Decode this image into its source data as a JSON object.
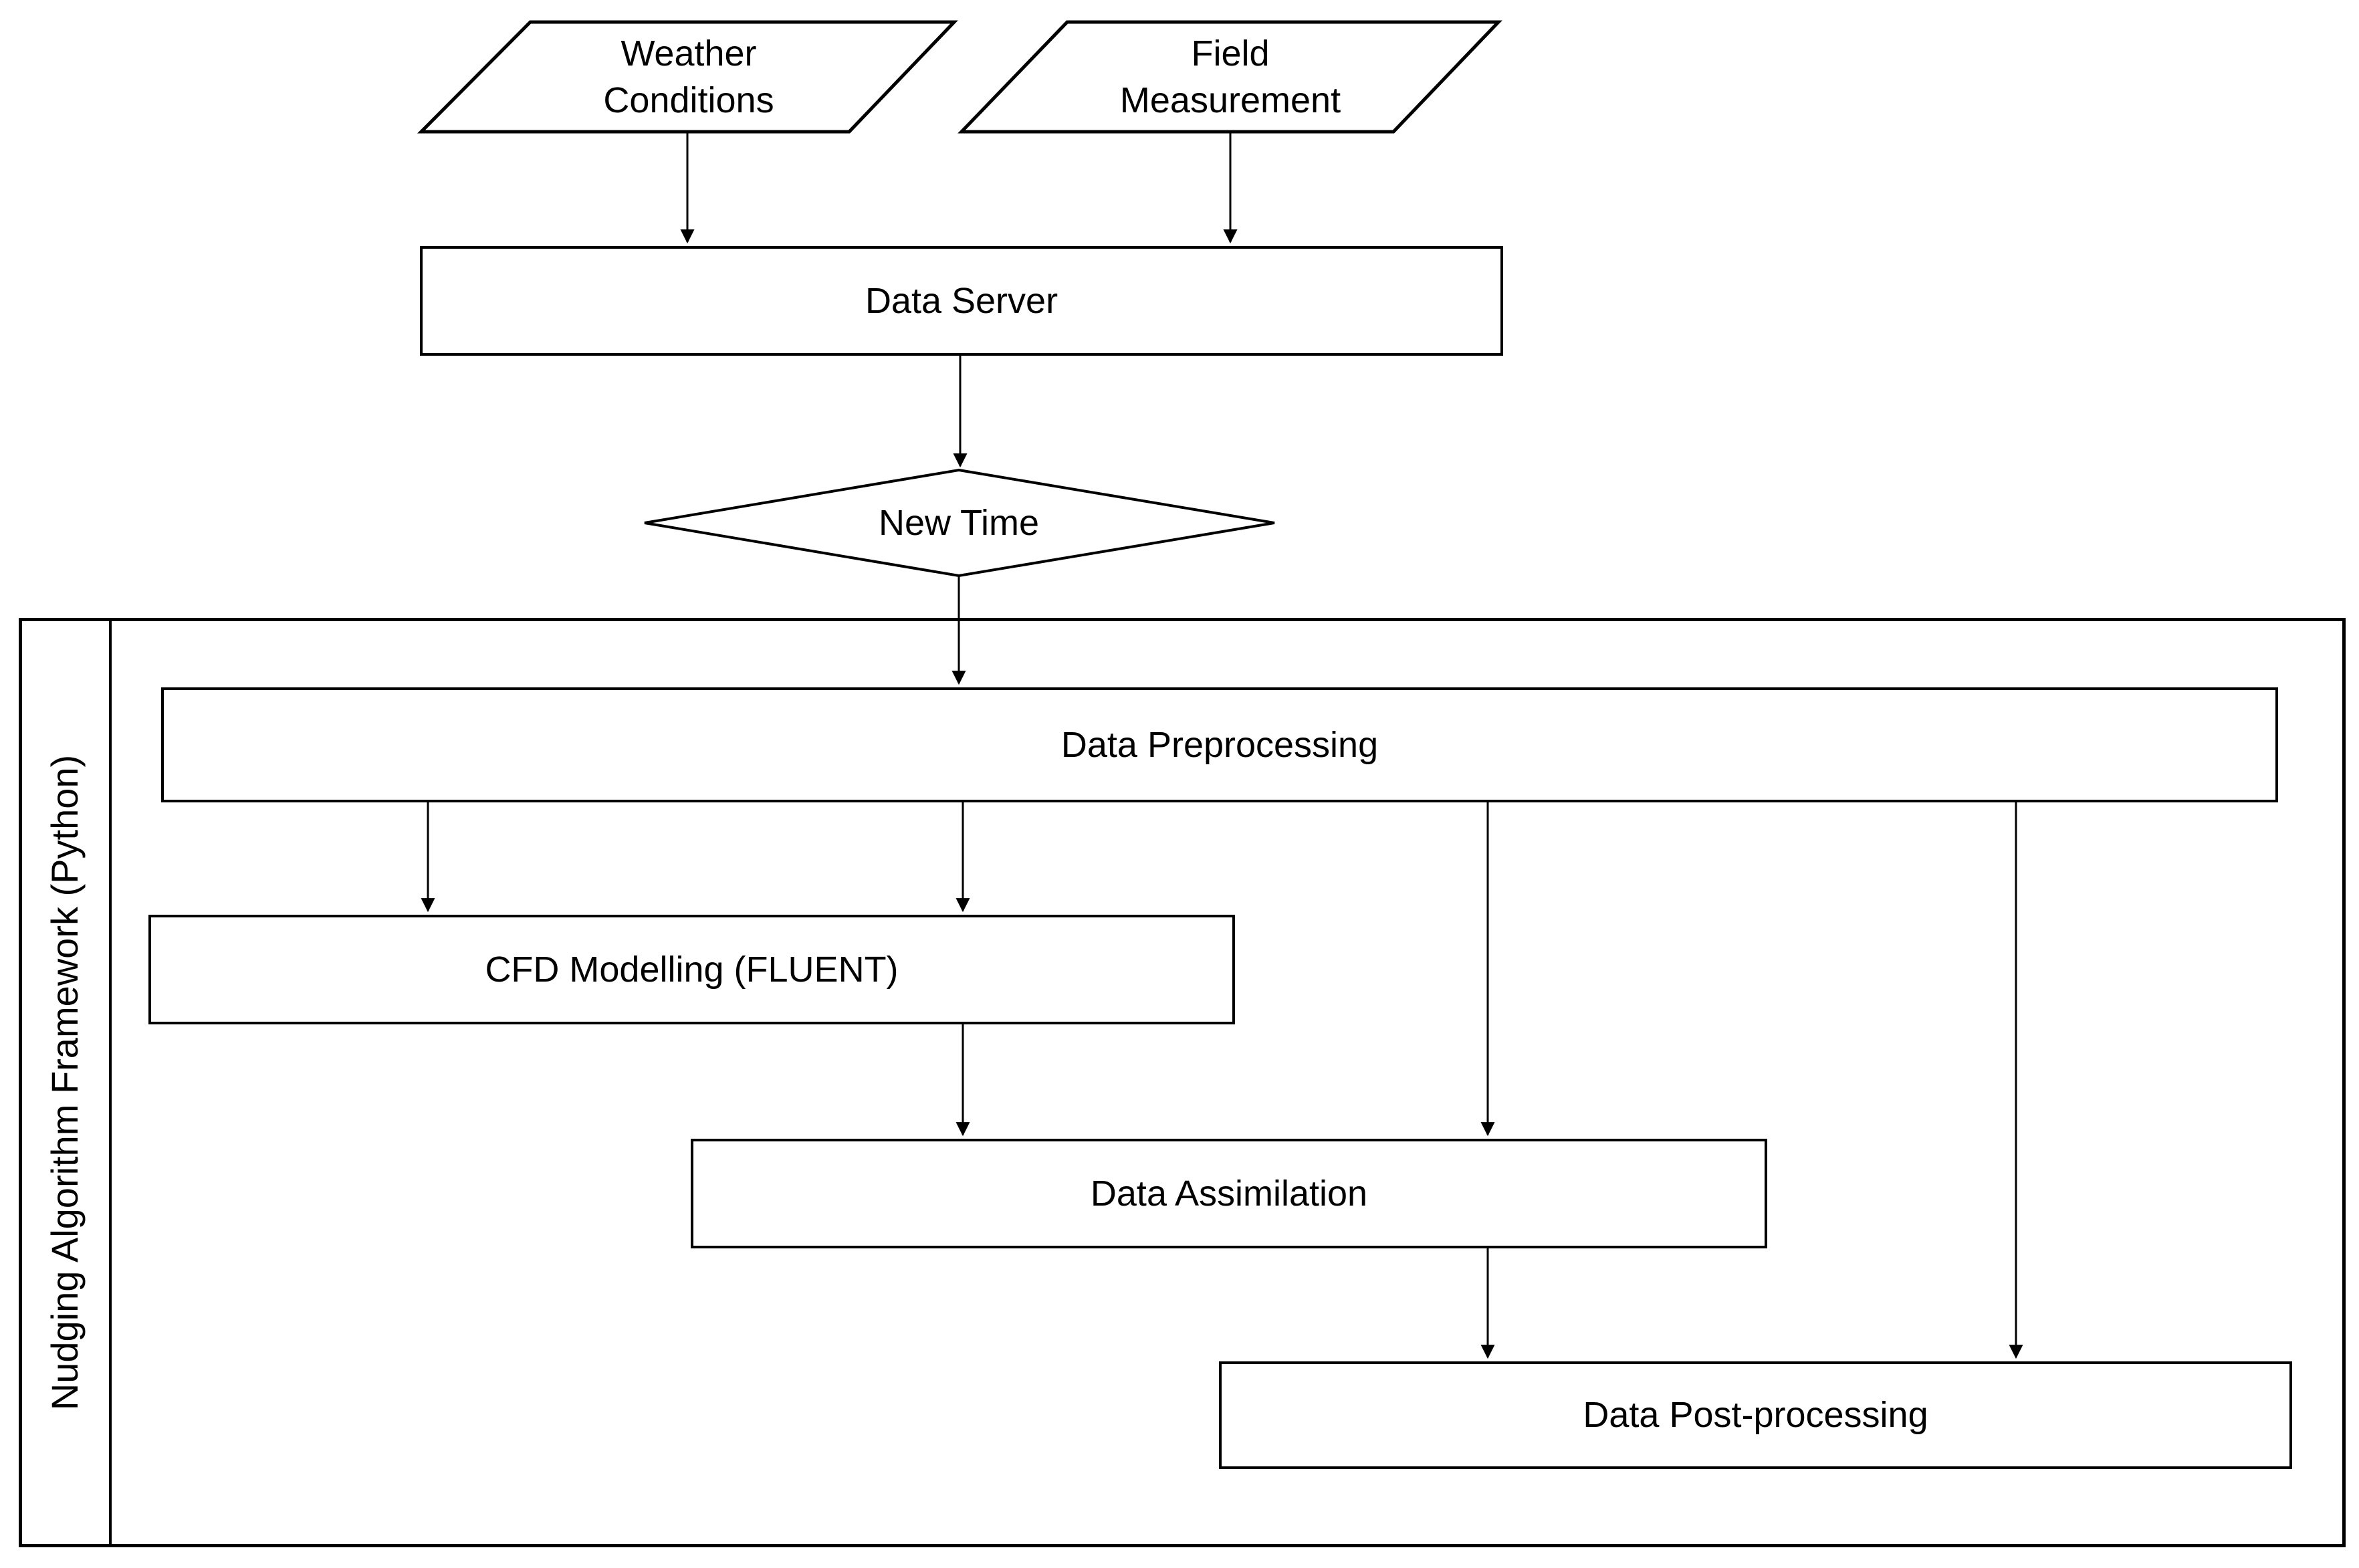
{
  "diagram": {
    "nodes": {
      "weather_conditions": "Weather\nConditions",
      "field_measurement": "Field\nMeasurement",
      "data_server": "Data Server",
      "new_time": "New Time",
      "framework_label": "Nudging Algorithm Framework (Python)",
      "data_preprocessing": "Data Preprocessing",
      "cfd_modelling": "CFD Modelling (FLUENT)",
      "data_assimilation": "Data Assimilation",
      "data_postprocessing": "Data Post-processing"
    },
    "edges": [
      {
        "from": "weather_conditions",
        "to": "data_server"
      },
      {
        "from": "field_measurement",
        "to": "data_server"
      },
      {
        "from": "data_server",
        "to": "new_time"
      },
      {
        "from": "new_time",
        "to": "data_preprocessing"
      },
      {
        "from": "data_preprocessing",
        "to": "cfd_modelling"
      },
      {
        "from": "data_preprocessing",
        "to": "cfd_modelling"
      },
      {
        "from": "cfd_modelling",
        "to": "data_assimilation"
      },
      {
        "from": "data_preprocessing",
        "to": "data_assimilation"
      },
      {
        "from": "data_assimilation",
        "to": "data_postprocessing"
      },
      {
        "from": "data_preprocessing",
        "to": "data_postprocessing"
      }
    ],
    "node_types": {
      "weather_conditions": "input-parallelogram",
      "field_measurement": "input-parallelogram",
      "data_server": "process-rectangle",
      "new_time": "decision-diamond",
      "data_preprocessing": "process-rectangle",
      "cfd_modelling": "process-rectangle",
      "data_assimilation": "process-rectangle",
      "data_postprocessing": "process-rectangle"
    },
    "colors": {
      "stroke": "#000000",
      "fill": "#ffffff",
      "text": "#000000"
    }
  }
}
